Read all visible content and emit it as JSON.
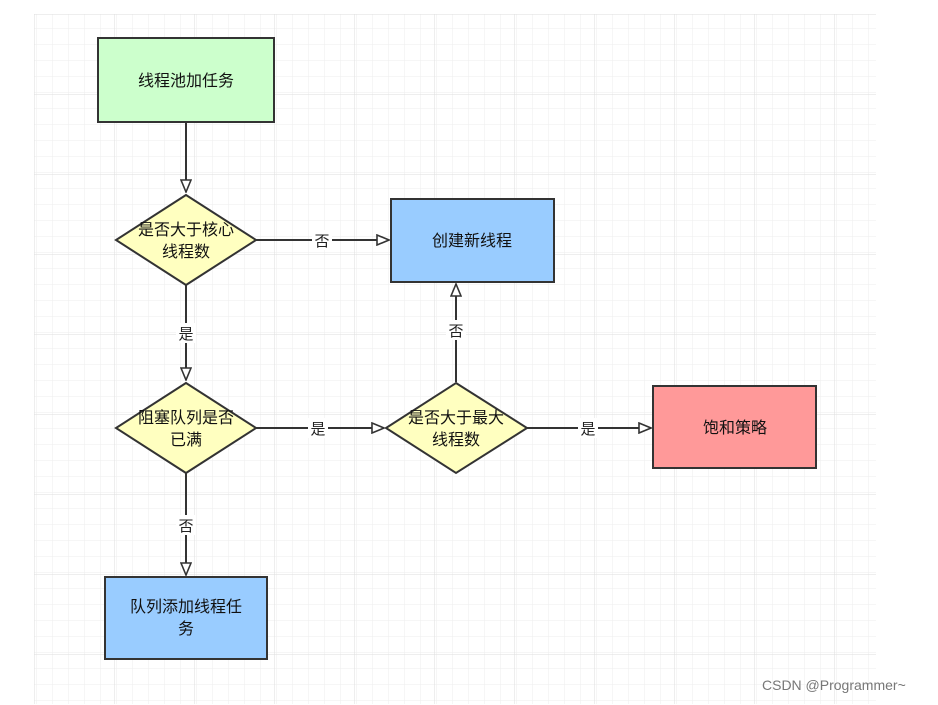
{
  "colors": {
    "start": "#ccffcc",
    "decision": "#ffffc0",
    "process": "#99ccff",
    "reject": "#ff9999",
    "stroke": "#333333",
    "grid": "#e6e6e6"
  },
  "nodes": {
    "add_task": "线程池加任务",
    "core_check": [
      "是否大于核心",
      "线程数"
    ],
    "create_thread": "创建新线程",
    "queue_full": [
      "阻塞队列是否",
      "已满"
    ],
    "max_check": [
      "是否大于最大",
      "线程数"
    ],
    "reject_policy": "饱和策略",
    "enqueue": [
      "队列添加线程任",
      "务"
    ]
  },
  "edges": {
    "core_no": "否",
    "core_yes": "是",
    "queue_yes": "是",
    "queue_no": "否",
    "max_no": "否",
    "max_yes": "是"
  },
  "watermark": "CSDN @Programmer~"
}
